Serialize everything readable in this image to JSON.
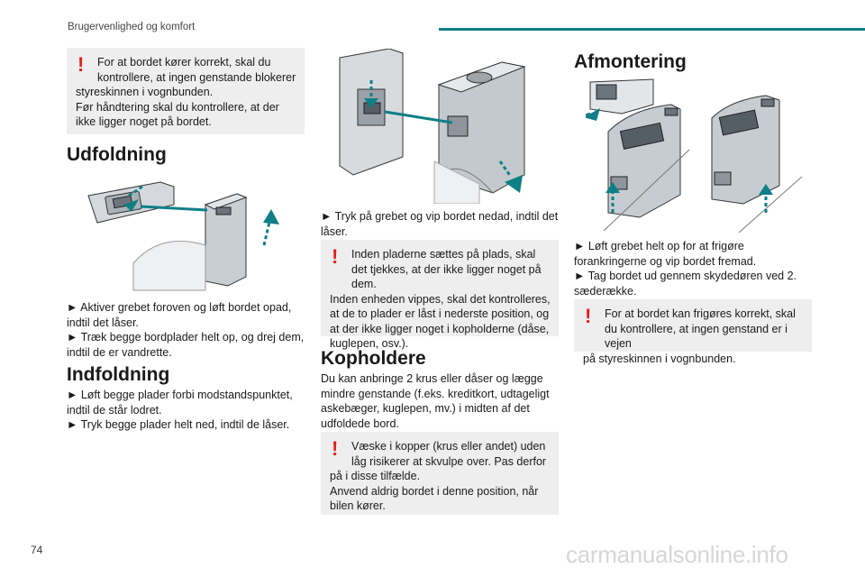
{
  "header": {
    "title": "Brugervenlighed og komfort"
  },
  "page_number": "74",
  "watermark": "carmanualsonline.info",
  "col1": {
    "warning": {
      "first": "For at bordet kører korrekt, skal du kontrollere, at ingen genstande blokerer",
      "line2": "styreskinnen i vognbunden.",
      "line3": "Før håndtering skal du kontrollere, at der ikke ligger noget på bordet."
    },
    "unfold": {
      "title": "Udfoldning",
      "step1": "► Aktiver grebet foroven og løft bordet opad, indtil det låser.",
      "step2": "► Træk begge bordplader helt op, og drej dem, indtil de er vandrette."
    },
    "fold": {
      "title": "Indfoldning",
      "step1": "► Løft begge plader forbi modstandspunktet, indtil de står lodret.",
      "step2": "► Tryk begge plader helt ned, indtil de låser."
    }
  },
  "col2": {
    "step": "► Tryk på grebet og vip bordet nedad, indtil det låser.",
    "warning1": {
      "first": "Inden pladerne sættes på plads, skal det tjekkes, at der ikke ligger noget på dem.",
      "rest": "Inden enheden vippes, skal det kontrolleres, at de to plader er låst i nederste position, og at der ikke ligger noget i kopholderne (dåse, kuglepen, osv.)."
    },
    "cupholders": {
      "title": "Kopholdere",
      "text": "Du kan anbringe 2 krus eller dåser og lægge mindre genstande (f.eks. kreditkort, udtageligt askebæger, kuglepen, mv.) i midten af det udfoldede bord."
    },
    "warning2": {
      "first": "Væske i kopper (krus eller andet) uden låg risikerer at skvulpe over. Pas derfor",
      "line2": "på i disse tilfælde.",
      "line3": "Anvend aldrig bordet i denne position, når bilen kører."
    }
  },
  "col3": {
    "title": "Afmontering",
    "step1": "► Løft grebet helt op for at frigøre forankringerne og vip bordet fremad.",
    "step2": "► Tag bordet ud gennem skydedøren ved 2. sæderække.",
    "warning": {
      "first": "For at bordet kan frigøres korrekt, skal du kontrollere, at ingen genstand er i vejen",
      "line2": "på styreskinnen i vognbunden."
    }
  },
  "colors": {
    "accent": "#0f7f86",
    "warning": "#e0201b",
    "box": "#eeeeee"
  },
  "icons": [
    "warning-exclamation-icon",
    "arrow-icon"
  ]
}
